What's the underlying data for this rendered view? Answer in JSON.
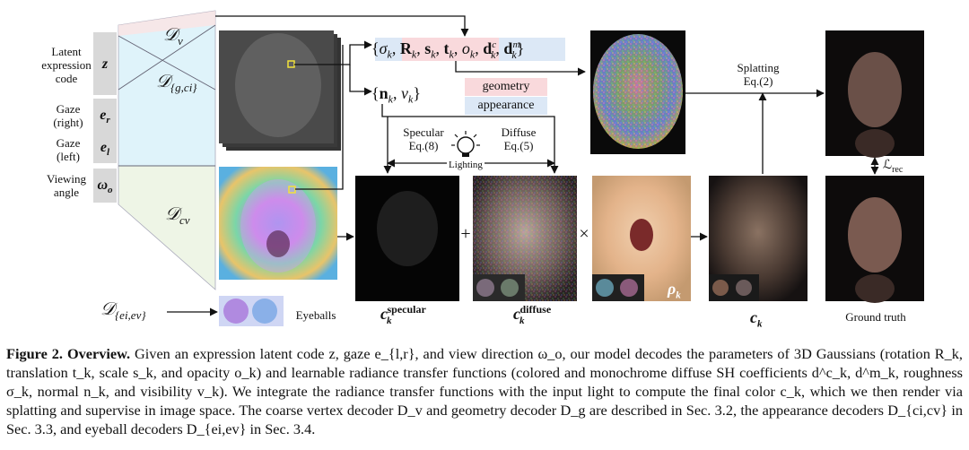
{
  "inputs": {
    "latent": {
      "label_lines": [
        "Latent",
        "expression",
        "code"
      ],
      "symbol": "z"
    },
    "gaze_right": {
      "label_lines": [
        "Gaze",
        "(right)"
      ],
      "symbol": "e_r"
    },
    "gaze_left": {
      "label_lines": [
        "Gaze",
        "(left)"
      ],
      "symbol": "e_l"
    },
    "viewing": {
      "label_lines": [
        "Viewing",
        "angle"
      ],
      "symbol": "ω_o"
    }
  },
  "decoders": {
    "dv": "D_v",
    "dg": "D_{g,ci}",
    "dcv": "D_cv",
    "eyeball": "D_{ei,ev}"
  },
  "params": {
    "top_set": "{σ_k, R_k, s_k, t_k, o_k, d^c_k, d^m_k}",
    "nv_set": "{n_k, v_k}"
  },
  "legend": {
    "geometry": "geometry",
    "appearance": "appearance",
    "geometry_color": "#f9d9dc",
    "appearance_color": "#dce8f6"
  },
  "shading": {
    "specular_lines": [
      "Specular",
      "Eq.(8)"
    ],
    "diffuse_lines": [
      "Diffuse",
      "Eq.(5)"
    ],
    "lighting": "Lighting"
  },
  "splatting": {
    "lines": [
      "Splatting",
      "Eq.(2)"
    ]
  },
  "loss": "L_rec",
  "operators": {
    "plus": "+",
    "times": "×"
  },
  "labels": {
    "eyeballs": "Eyeballs",
    "c_specular": "c_k^specular",
    "c_diffuse": "c_k^diffuse",
    "c_k": "c_k",
    "rho_k": "ρ_k",
    "ground_truth": "Ground truth"
  },
  "caption": {
    "figure_no": "Figure 2.",
    "title": "Overview.",
    "body": "Given an expression latent code z, gaze e_{l,r}, and view direction ω_o, our model decodes the parameters of 3D Gaussians (rotation R_k, translation t_k, scale s_k, and opacity o_k) and learnable radiance transfer functions (colored and monochrome diffuse SH coefficients d^c_k, d^m_k, roughness σ_k, normal n_k, and visibility v_k). We integrate the radiance transfer functions with the input light to compute the final color c_k, which we then render via splatting and supervise in image space. The coarse vertex decoder D_v and geometry decoder D_g are described in Sec. 3.2, the appearance decoders D_{ci,cv} in Sec. 3.3, and eyeball decoders D_{ei,ev} in Sec. 3.4.",
    "ref_colors": {
      "sec": "#c0262d"
    }
  }
}
